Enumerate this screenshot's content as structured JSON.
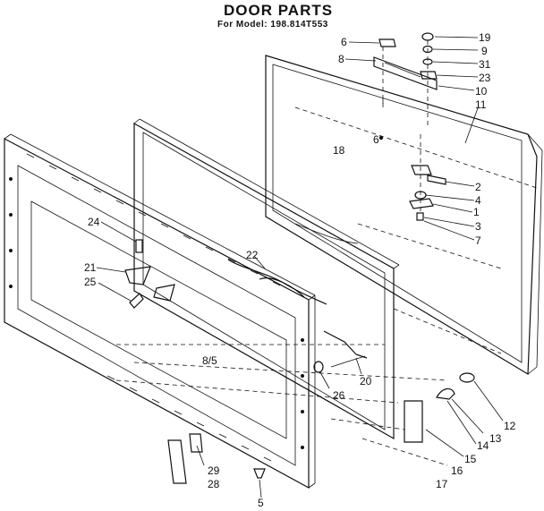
{
  "title": "DOOR PARTS",
  "model_line": "For Model: 198.814T553",
  "callouts": [
    {
      "id": "c19",
      "text": "19"
    },
    {
      "id": "c9",
      "text": "9"
    },
    {
      "id": "c31",
      "text": "31"
    },
    {
      "id": "c23",
      "text": "23"
    },
    {
      "id": "c10",
      "text": "10"
    },
    {
      "id": "c11",
      "text": "11"
    },
    {
      "id": "c6",
      "text": "6"
    },
    {
      "id": "c8",
      "text": "8"
    },
    {
      "id": "c6b",
      "text": "6"
    },
    {
      "id": "c18",
      "text": "18"
    },
    {
      "id": "c2",
      "text": "2"
    },
    {
      "id": "c4",
      "text": "4"
    },
    {
      "id": "c1",
      "text": "1"
    },
    {
      "id": "c3",
      "text": "3"
    },
    {
      "id": "c7",
      "text": "7"
    },
    {
      "id": "c24",
      "text": "24"
    },
    {
      "id": "c21",
      "text": "21"
    },
    {
      "id": "c25",
      "text": "25"
    },
    {
      "id": "c22",
      "text": "22"
    },
    {
      "id": "c8s",
      "text": "8/5"
    },
    {
      "id": "c26",
      "text": "26"
    },
    {
      "id": "c20",
      "text": "20"
    },
    {
      "id": "c12",
      "text": "12"
    },
    {
      "id": "c13",
      "text": "13"
    },
    {
      "id": "c14",
      "text": "14"
    },
    {
      "id": "c15",
      "text": "15"
    },
    {
      "id": "c16",
      "text": "16"
    },
    {
      "id": "c17",
      "text": "17"
    },
    {
      "id": "c29",
      "text": "29"
    },
    {
      "id": "c28",
      "text": "28"
    },
    {
      "id": "c5",
      "text": "5"
    }
  ]
}
